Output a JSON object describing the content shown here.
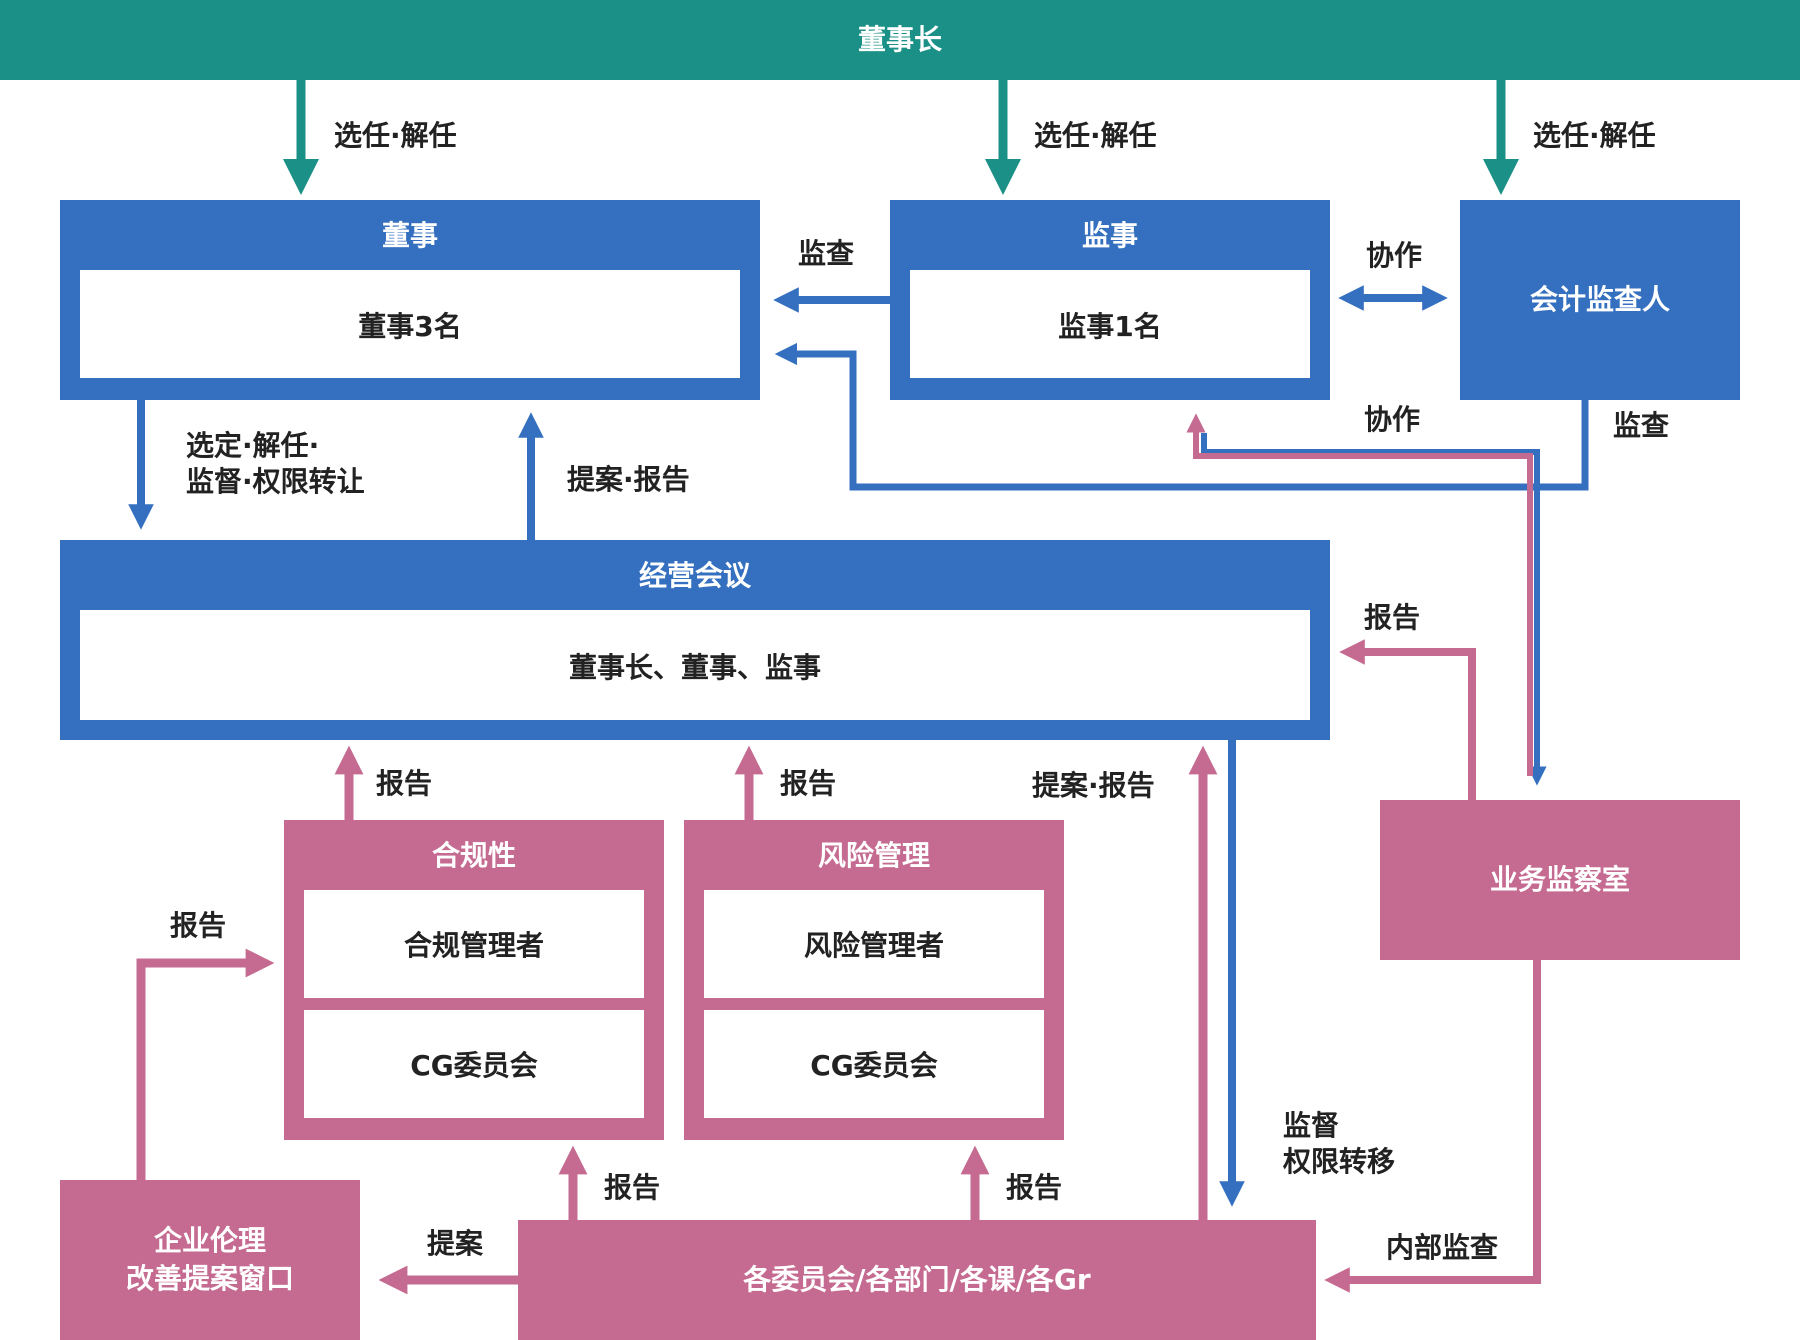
{
  "colors": {
    "blue": "#3470bf",
    "pink": "#c56a90",
    "teal": "#1a9086"
  },
  "header": {
    "title": "董事长"
  },
  "boxes": {
    "directors": {
      "title": "董事",
      "content": "董事3名"
    },
    "auditor": {
      "title": "监事",
      "content": "监事1名"
    },
    "accounting_auditor": {
      "title": "会计监查人"
    },
    "management_meeting": {
      "title": "经营会议",
      "content": "董事长、董事、监事"
    },
    "compliance": {
      "title": "合规性",
      "row1": "合规管理者",
      "row2": "CG委员会"
    },
    "risk": {
      "title": "风险管理",
      "row1": "风险管理者",
      "row2": "CG委员会"
    },
    "internal_audit_office": {
      "title": "业务监察室"
    },
    "ethics_window": {
      "title": "企业伦理\n改善提案窗口"
    },
    "departments": {
      "title": "各委员会/各部门/各课/各Gr"
    }
  },
  "labels": {
    "elect_dismiss_1": "选任·解任",
    "elect_dismiss_2": "选任·解任",
    "elect_dismiss_3": "选任·解任",
    "audit_1": "监查",
    "cooperate_1": "协作",
    "cooperate_2": "协作",
    "audit_2": "监查",
    "select_supervise": "选定·解任·\n监督·权限转让",
    "propose_report_1": "提案·报告",
    "report_1": "报告",
    "report_2": "报告",
    "report_3": "报告",
    "propose_report_2": "提案·报告",
    "report_4": "报告",
    "report_5": "报告",
    "report_6": "报告",
    "supervise_transfer": "监督\n权限转移",
    "propose": "提案",
    "internal_audit": "内部监查"
  }
}
